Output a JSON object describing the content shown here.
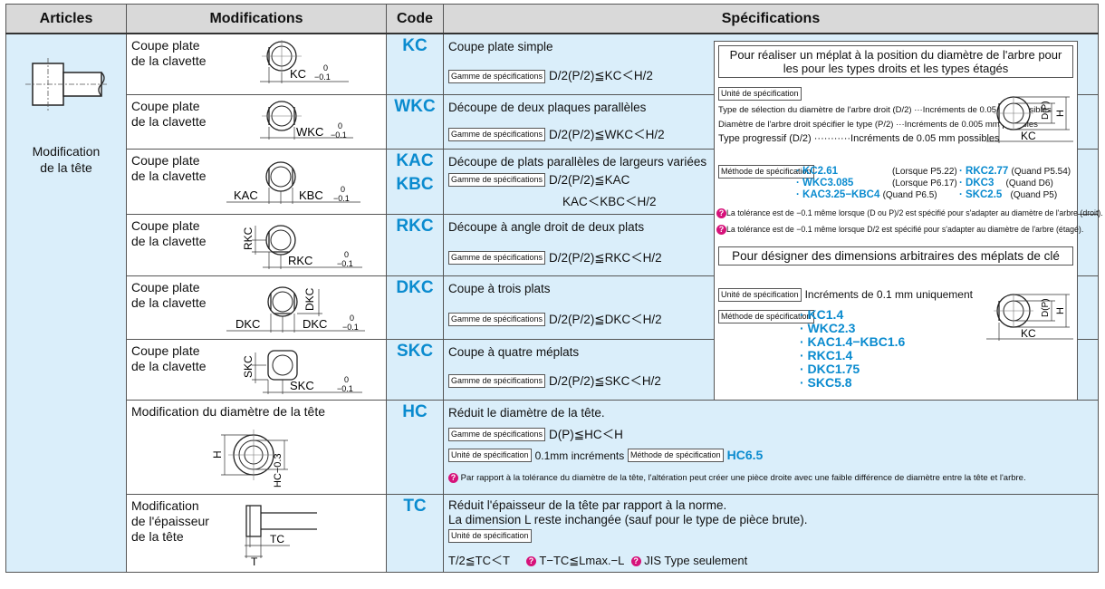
{
  "headers": {
    "articles": "Articles",
    "modifications": "Modifications",
    "code": "Code",
    "specifications": "Spécifications"
  },
  "article_label": "Modification\nde la tête",
  "rows": [
    {
      "mod": "Coupe plate\nde la clavette",
      "code": "KC",
      "dim": "KC",
      "desc": "Coupe plate simple",
      "range_tag": "Gamme de spécifications",
      "range": "D/2(P/2)≦KC＜H/2"
    },
    {
      "mod": "Coupe plate\nde la clavette",
      "code": "WKC",
      "dim": "WKC",
      "desc": "Découpe de deux plaques parallèles",
      "range_tag": "Gamme de spécifications",
      "range": "D/2(P/2)≦WKC＜H/2"
    },
    {
      "mod": "Coupe plate\nde la clavette",
      "code": "KAC\nKBC",
      "dim_a": "KAC",
      "dim": "KBC",
      "desc": "Découpe de plats parallèles de largeurs variées",
      "range_tag": "Gamme de spécifications",
      "range": "D/2(P/2)≦KAC",
      "range2": "KAC＜KBC＜H/2"
    },
    {
      "mod": "Coupe plate\nde la clavette",
      "code": "RKC",
      "dim_a": "RKC",
      "dim": "RKC",
      "desc": "Découpe à angle droit de deux plats",
      "range_tag": "Gamme de spécifications",
      "range": "D/2(P/2)≦RKC＜H/2"
    },
    {
      "mod": "Coupe plate\nde la clavette",
      "code": "DKC",
      "dim_a": "DKC",
      "dim_b": "DKC",
      "dim": "DKC",
      "desc": "Coupe à trois plats",
      "range_tag": "Gamme de spécifications",
      "range": "D/2(P/2)≦DKC＜H/2"
    },
    {
      "mod": "Coupe plate\nde la clavette",
      "code": "SKC",
      "dim_a": "SKC",
      "dim": "SKC",
      "desc": "Coupe à quatre méplats",
      "range_tag": "Gamme de spécifications",
      "range": "D/2(P/2)≦SKC＜H/2"
    },
    {
      "mod": "Modification du diamètre de la tête",
      "code": "HC",
      "dim_a": "H",
      "dim": "HC−0.3",
      "desc": "Réduit le diamètre de la tête.",
      "range_tag": "Gamme de spécifications",
      "range": "D(P)≦HC＜H",
      "unit_tag": "Unité de spécification",
      "unit": "0.1mm incréments",
      "method_tag": "Méthode de spécification",
      "method": "HC6.5",
      "note": "Par rapport à la tolérance du diamètre de la tête, l'altération peut créer une pièce droite avec une faible différence de diamètre entre la tête et l'arbre."
    },
    {
      "mod": "Modification\nde l'épaisseur\nde la tête",
      "code": "TC",
      "dim_a": "T",
      "dim": "TC",
      "desc": "Réduit l'épaisseur de la tête par rapport à la norme.",
      "desc2": "La dimension L reste inchangée (sauf pour le type de pièce brute).",
      "unit_tag": "Unité de spécification",
      "formula1": "T/2≦TC＜T",
      "formula2": "T−TC≦Lmax.−L",
      "formula3": "JIS Type seulement"
    }
  ],
  "tol": {
    "top": "0",
    "bottom": "−0.1"
  },
  "panel": {
    "title1": "Pour réaliser un méplat à la position du diamètre de l'arbre pour les pour les types droits et les types étagés",
    "unit_tag": "Unité de spécification",
    "line1": "Type de sélection du diamètre de l'arbre droit (D/2) ···Incréments de 0.05 mm possibles",
    "line2": "Diamètre de l'arbre droit spécifier le type (P/2) ···Incréments de 0.005 mm possibles",
    "line3": "Type progressif (D/2)  ···········Incréments de 0.05 mm possibles",
    "method_tag": "Méthode de spécification",
    "m1": "· KC2.61",
    "m1n": "(Lorsque P5.22)",
    "m2": "· RKC2.77",
    "m2n": "(Quand P5.54)",
    "m3": "· WKC3.085",
    "m3n": "(Lorsque P6.17)",
    "m4": "· DKC3",
    "m4n": "(Quand D6)",
    "m5": "· KAC3.25−KBC4",
    "m5n": "(Quand P6.5)",
    "m6": "· SKC2.5",
    "m6n": "(Quand P5)",
    "note1": "La tolérance est de −0.1 même lorsque (D ou P)/2 est spécifié pour s'adapter au diamètre de l'arbre (droit).",
    "note2": "La tolérance est de −0.1 même lorsque D/2 est spécifié pour s'adapter au diamètre de l'arbre (étagé).",
    "title2": "Pour désigner des dimensions arbitraires des méplats de clé",
    "unit_tag2": "Unité de spécification",
    "unit2": "Incréments de 0.1 mm uniquement",
    "method_tag2": "Méthode de spécification",
    "b1": "· KC1.4",
    "b2": "· WKC2.3",
    "b3": "· KAC1.4−KBC1.6",
    "b4": "· RKC1.4",
    "b5": "· DKC1.75",
    "b6": "· SKC5.8",
    "dimlab": "D(P)",
    "dimh": "H",
    "dimkc": "KC"
  },
  "colors": {
    "accent": "#0a8bcf",
    "bg": "#daeefa",
    "header": "#d9d9d9",
    "note_icon": "#d6127a"
  }
}
